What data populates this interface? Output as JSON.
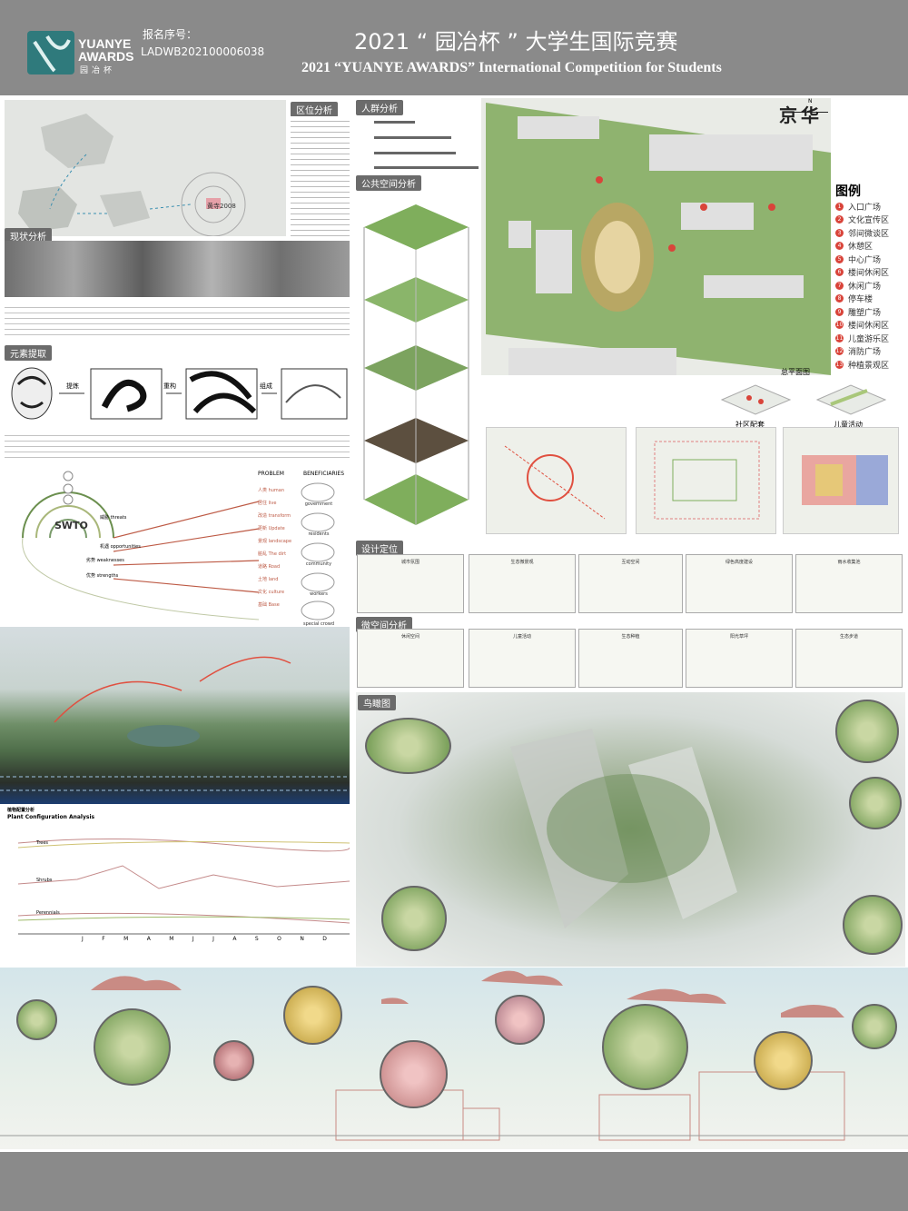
{
  "header": {
    "logo_line1": "YUANYE",
    "logo_line2": "AWARDS",
    "logo_line3": "园冶杯",
    "reg_label": "报名序号：",
    "reg_number": "LADWB202100006038",
    "title_cn": "2021 “ 园冶杯 ” 大学生国际竞赛",
    "title_en": "2021 “YUANYE AWARDS” International Competition for  Students"
  },
  "sections": {
    "location": "区位分析",
    "location_marker": "黄寺2008",
    "status": "现状分析",
    "elements": "元素提取",
    "crowd": "人群分析",
    "public_space": "公共空间分析",
    "design_position": "设计定位",
    "micro_space": "微空间分析",
    "aerial": "鸟瞰图",
    "master_plan": "总平面图",
    "community": "社区配套",
    "children": "儿童活动",
    "plant_config_cn": "植物配置分析",
    "plant_config_en": "Plant Configuration Analysis",
    "project_name": "京华",
    "north": "N"
  },
  "element_steps": [
    "提炼",
    "重构",
    "组成"
  ],
  "swot": {
    "center": "SWTO",
    "rings": [
      "威胁 threats",
      "机遇 opportunities",
      "劣势 weaknesses",
      "优势 strengths"
    ],
    "problem_header": "PROBLEM",
    "beneficiaries_header": "BENEFICIARIES",
    "problems": [
      "人类 human",
      "居住 live",
      "改造 transform",
      "更新 Update",
      "景观 landscape",
      "脏乱 The dirt",
      "道路 Road",
      "土地 land",
      "文化 culture",
      "基础 Base"
    ],
    "beneficiaries": [
      "government",
      "residents",
      "community",
      "workers",
      "special crowd"
    ]
  },
  "legend": {
    "title": "图例",
    "items": [
      "入口广场",
      "文化宣传区",
      "邻间微谈区",
      "休憩区",
      "中心广场",
      "楼间休闲区",
      "休闲广场",
      "停车楼",
      "雕塑广场",
      "楼间休闲区",
      "儿童游乐区",
      "消防广场",
      "种植景观区"
    ]
  },
  "design_cards": [
    "城市氛围",
    "生态微景观",
    "互动空间",
    "绿色高度建设",
    "雨水收集池"
  ],
  "micro_cards": [
    "休闲空间",
    "儿童活动",
    "生态种植",
    "阳光草坪",
    "生态步道"
  ],
  "months": [
    "J",
    "F",
    "M",
    "A",
    "M",
    "J",
    "J",
    "A",
    "S",
    "O",
    "N",
    "D"
  ],
  "plant_rows": [
    "Trees",
    "Shrubs",
    "Perennials"
  ],
  "colors": {
    "header_bg": "#8a8a8a",
    "logo_bg": "#2f7a7c",
    "legend_marker": "#d9443a",
    "section_sky": "#dce8ea",
    "cloud": "#c98b84"
  }
}
